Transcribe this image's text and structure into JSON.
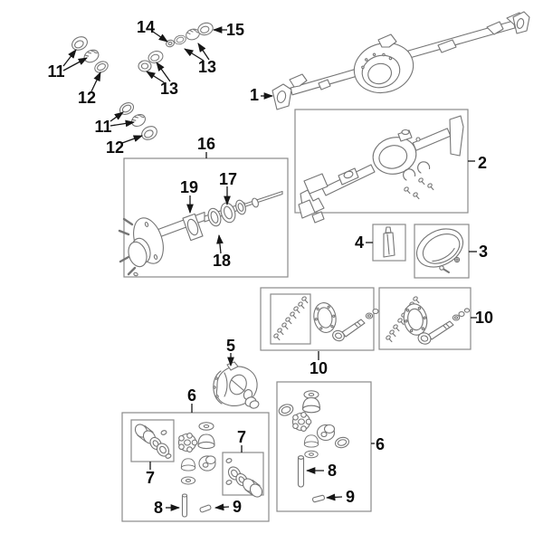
{
  "colors": {
    "background": "#ffffff",
    "line_art": "#757575",
    "box_border": "#8a8a8a",
    "leader_line": "#161616",
    "callout_text": "#0b0b0b"
  },
  "callouts": {
    "p1": "1",
    "p2": "2",
    "p3": "3",
    "p4": "4",
    "p5": "5",
    "p6": "6",
    "p7": "7",
    "p8": "8",
    "p9": "9",
    "p10": "10",
    "p11": "11",
    "p12": "12",
    "p13": "13",
    "p14": "14",
    "p15": "15",
    "p16": "16",
    "p17": "17",
    "p18": "18",
    "p19": "19"
  }
}
